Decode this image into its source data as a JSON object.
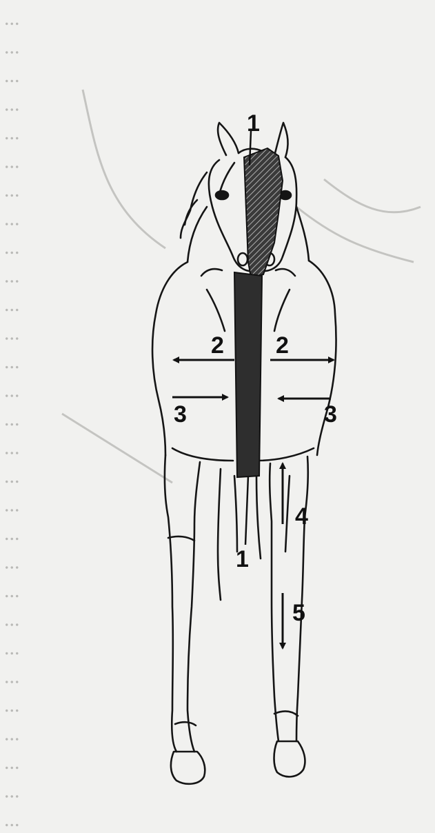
{
  "background_text": [
    "...",
    "...",
    "...",
    "...",
    "...",
    "...",
    "...",
    "...",
    "...",
    "...",
    "...",
    "...",
    "...",
    "...",
    "...",
    "...",
    "...",
    "...",
    "...",
    "...",
    "...",
    "...",
    "...",
    "...",
    "...",
    "...",
    "...",
    "...",
    "..."
  ],
  "labels": {
    "plane_top": "1",
    "plane_bottom": "1",
    "lateral_left": "2",
    "lateral_right": "2",
    "medial_left": "3",
    "medial_right": "3",
    "proximal": "4",
    "distal": "5"
  },
  "colors": {
    "ink": "#111111",
    "paper": "#f1f1ef",
    "ghost_text": "#b9b9b6",
    "plane_fill": "#333333"
  },
  "icons": [
    "horse-front-view-drawing",
    "median-plane-band",
    "direction-arrow"
  ]
}
